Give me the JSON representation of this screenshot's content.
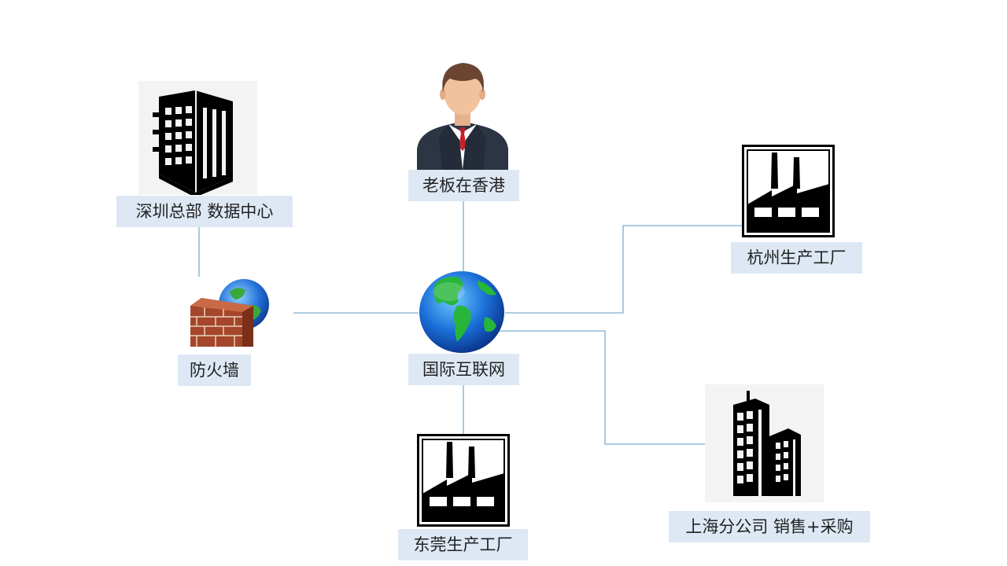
{
  "nodes": {
    "shenzhen": {
      "label": "深圳总部  数据中心",
      "icon": "office-building-icon"
    },
    "boss": {
      "label": "老板在香港",
      "icon": "businessman-icon"
    },
    "hangzhou": {
      "label": "杭州生产工厂",
      "icon": "factory-icon"
    },
    "firewall": {
      "label": "防火墙",
      "icon": "firewall-icon"
    },
    "internet": {
      "label": "国际互联网",
      "icon": "globe-icon"
    },
    "shanghai": {
      "label": "上海分公司 销售+采购",
      "icon": "high-rise-buildings-icon"
    },
    "dongguan": {
      "label": "东莞生产工厂",
      "icon": "factory-icon"
    }
  },
  "colors": {
    "line": "#7aaed0",
    "label_bg": "#dde8f4",
    "icon_bg": "#f3f3f3"
  }
}
